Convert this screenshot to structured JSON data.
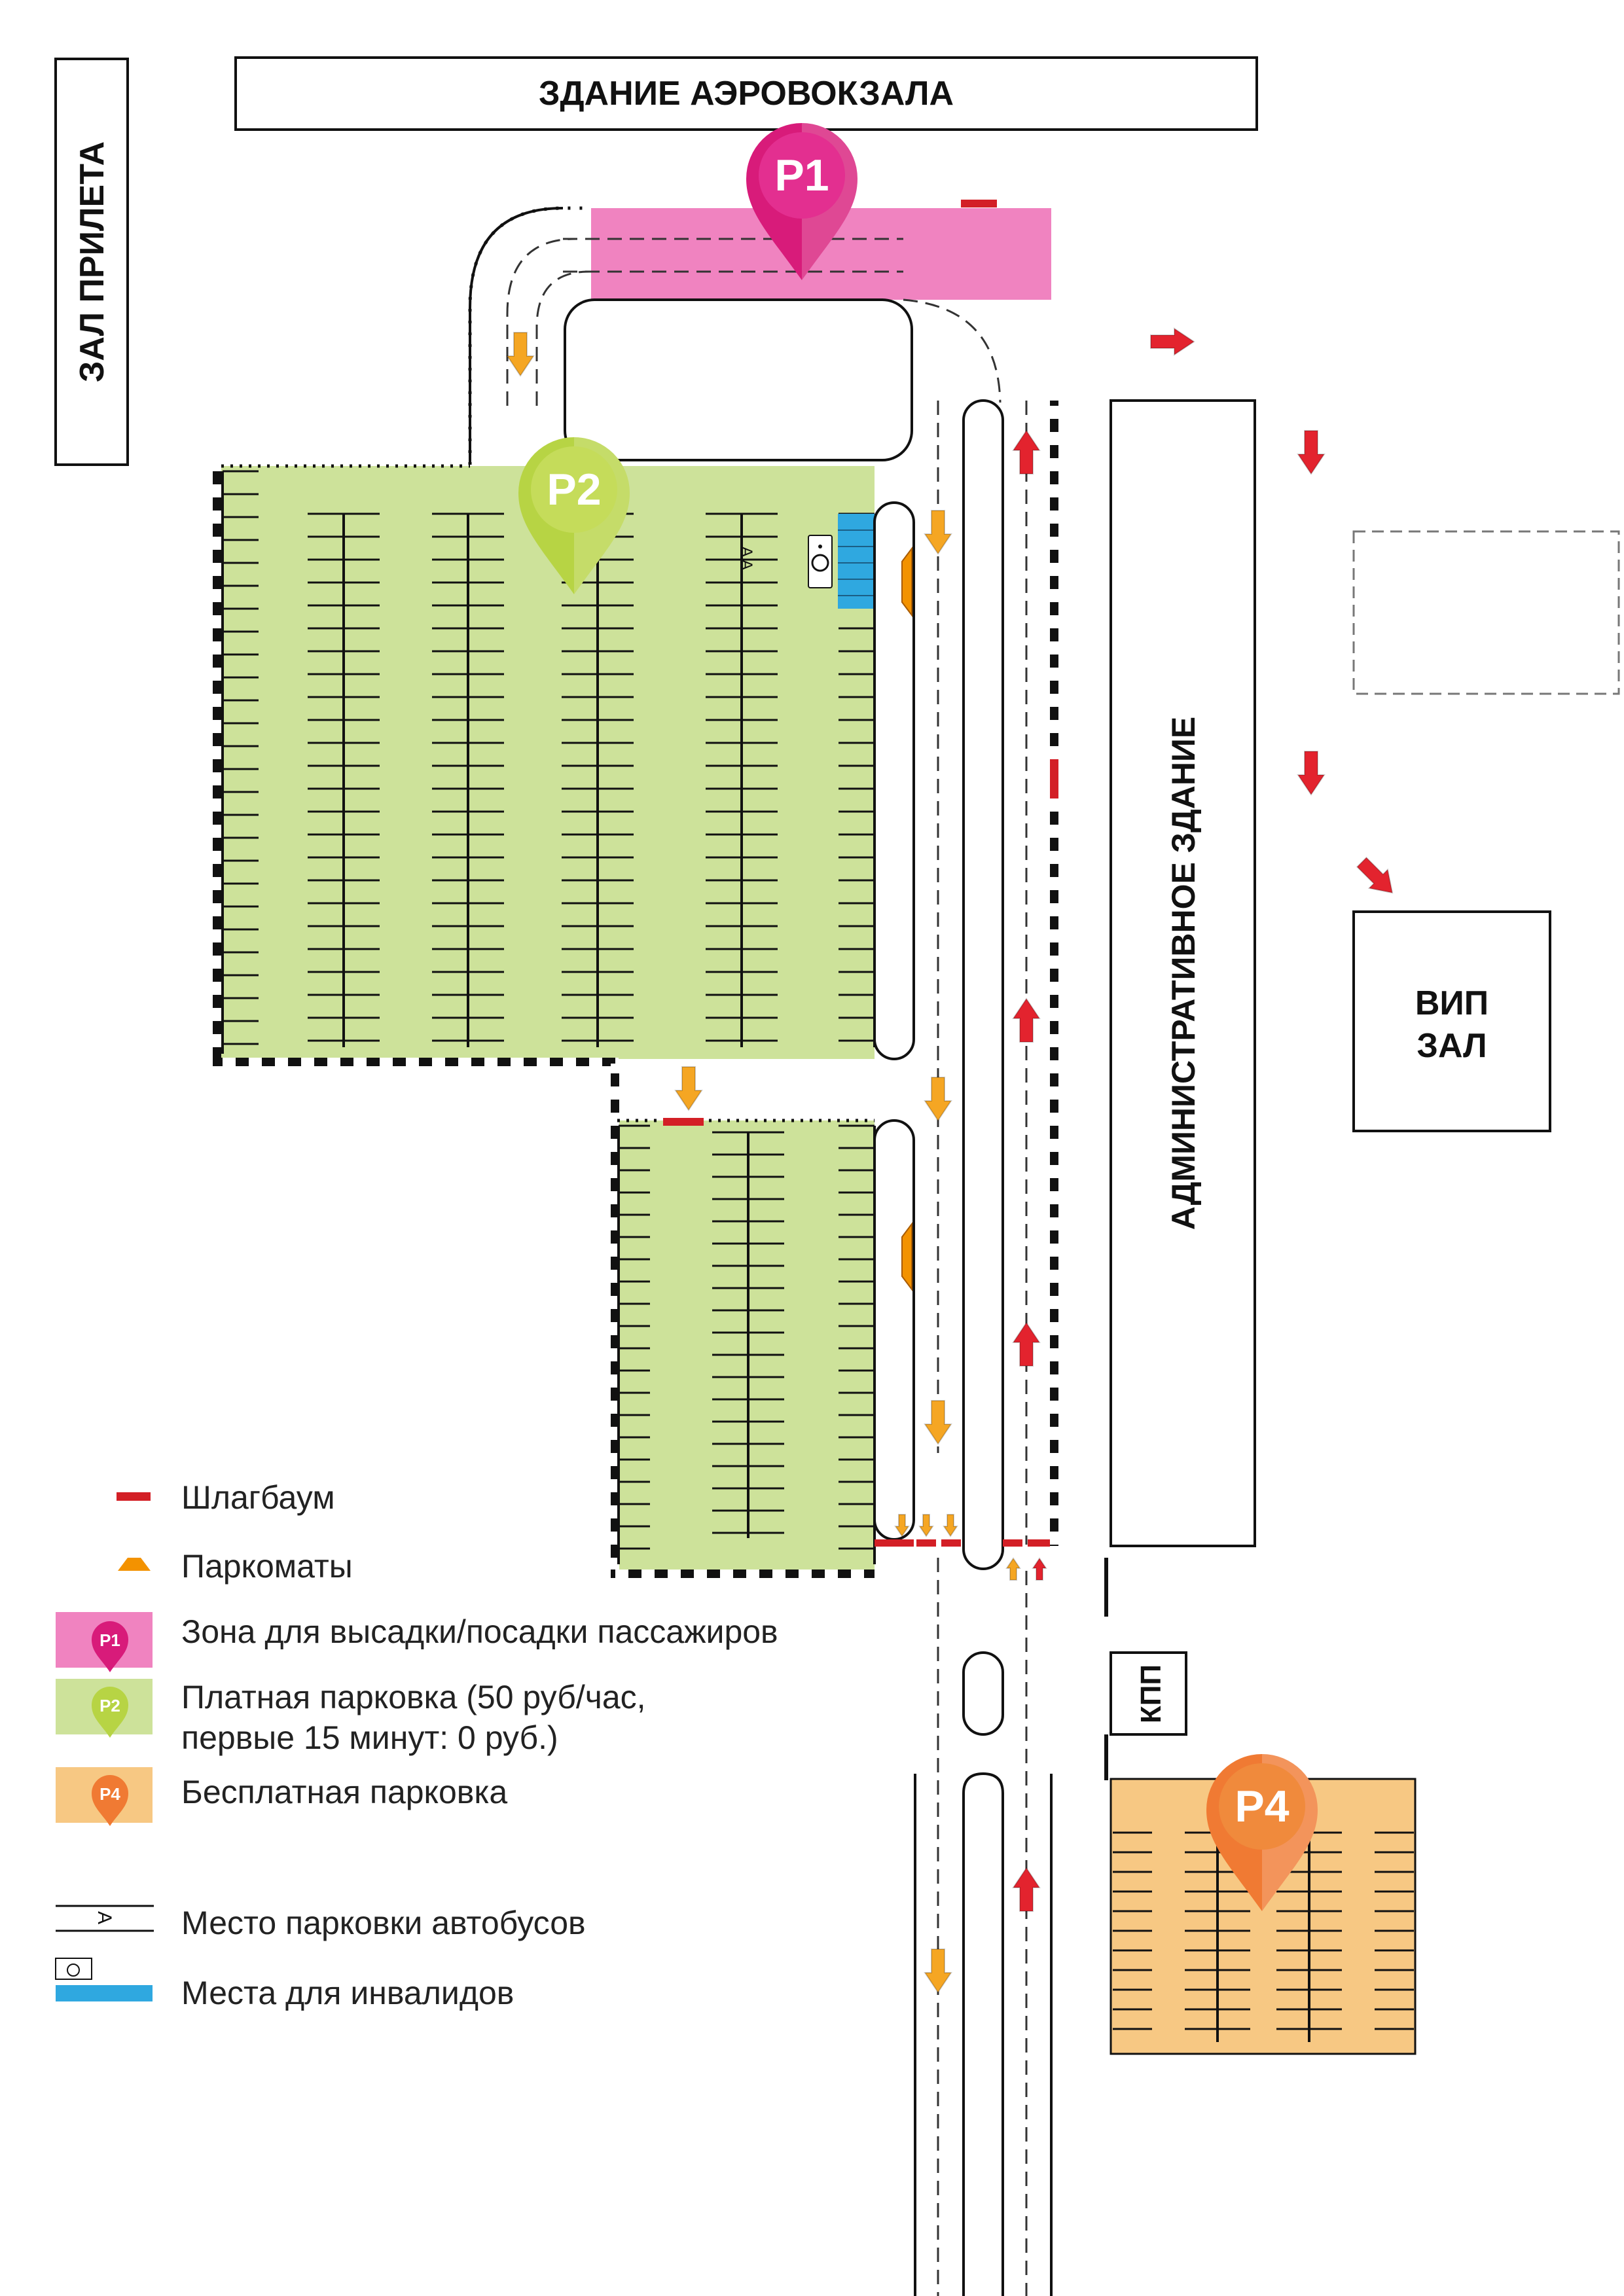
{
  "buildings": {
    "terminal": "ЗДАНИЕ  АЭРОВОКЗАЛА",
    "arrival_hall": "ЗАЛ ПРИЛЕТА",
    "admin": "АДМИНИСТРАТИВНОЕ  ЗДАНИЕ",
    "vip_line1": "ВИП",
    "vip_line2": "ЗАЛ",
    "checkpoint": "КПП"
  },
  "zones": {
    "p1": {
      "label": "P1",
      "color": "#f083c0",
      "pin_color": "#d81b7a"
    },
    "p2": {
      "label": "P2",
      "color": "#cde29a",
      "pin_color": "#b7d444"
    },
    "p4": {
      "label": "P4",
      "color": "#f7c883",
      "pin_color": "#f07a33"
    }
  },
  "bus_marks": "A A",
  "colors": {
    "barrier": "#d31f26",
    "meter": "#f39200",
    "arrow_exit": "#e3232e",
    "arrow_entry": "#f5a623",
    "disabled": "#2fa8e0"
  },
  "legend": {
    "barrier": "Шлагбаум",
    "meters": "Паркоматы",
    "p1_text": "Зона для высадки/посадки пассажиров",
    "p2_line1": "Платная парковка (50 руб/час,",
    "p2_line2": "первые 15 минут: 0 руб.)",
    "p4_text": "Бесплатная парковка",
    "bus_text": "Место парковки автобусов",
    "bus_icon": "A",
    "disabled_text": "Места для инвалидов",
    "p1_icon": "P1",
    "p2_icon": "P2",
    "p4_icon": "P4"
  }
}
